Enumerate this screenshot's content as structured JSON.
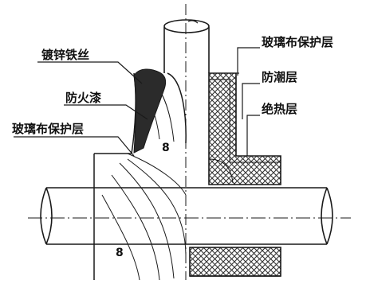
{
  "labels": {
    "galvanized_wire": "镀锌铁丝",
    "fireproof_paint": "防火漆",
    "glass_cloth_left": "玻璃布保护层",
    "glass_cloth_right": "玻璃布保护层",
    "moisture_layer": "防潮层",
    "insulation_layer": "绝热层",
    "marker_top": "8",
    "marker_bottom": "8"
  },
  "colors": {
    "line": "#1a1a1a",
    "paint_fill": "#2b2b2b",
    "hatch": "#333333",
    "background": "#ffffff"
  }
}
